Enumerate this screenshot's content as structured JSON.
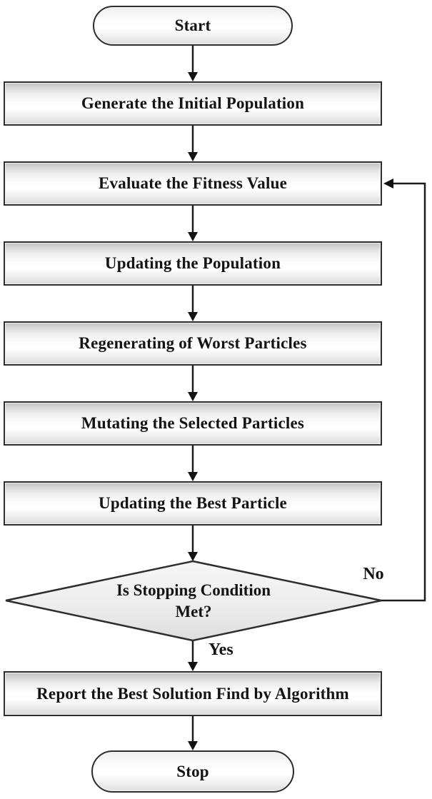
{
  "flowchart": {
    "type": "flowchart",
    "nodes": [
      {
        "id": "start",
        "shape": "terminator",
        "label": "Start"
      },
      {
        "id": "generate",
        "shape": "process",
        "label": "Generate the Initial Population"
      },
      {
        "id": "evaluate",
        "shape": "process",
        "label": "Evaluate the Fitness Value"
      },
      {
        "id": "update_pop",
        "shape": "process",
        "label": "Updating the Population"
      },
      {
        "id": "regenerate",
        "shape": "process",
        "label": "Regenerating of Worst Particles"
      },
      {
        "id": "mutate",
        "shape": "process",
        "label": "Mutating the Selected Particles"
      },
      {
        "id": "update_best",
        "shape": "process",
        "label": "Updating the Best Particle"
      },
      {
        "id": "decision",
        "shape": "decision",
        "label": "Is Stopping Condition Met?",
        "label_line1": "Is Stopping Condition",
        "label_line2": "Met?"
      },
      {
        "id": "report",
        "shape": "process",
        "label": "Report the Best Solution Find by Algorithm"
      },
      {
        "id": "stop",
        "shape": "terminator",
        "label": "Stop"
      }
    ],
    "edges": [
      {
        "from": "start",
        "to": "generate",
        "label": ""
      },
      {
        "from": "generate",
        "to": "evaluate",
        "label": ""
      },
      {
        "from": "evaluate",
        "to": "update_pop",
        "label": ""
      },
      {
        "from": "update_pop",
        "to": "regenerate",
        "label": ""
      },
      {
        "from": "regenerate",
        "to": "mutate",
        "label": ""
      },
      {
        "from": "mutate",
        "to": "update_best",
        "label": ""
      },
      {
        "from": "update_best",
        "to": "decision",
        "label": ""
      },
      {
        "from": "decision",
        "to": "report",
        "label": "Yes"
      },
      {
        "from": "decision",
        "to": "evaluate",
        "label": "No",
        "route": "right-side-feedback"
      },
      {
        "from": "report",
        "to": "stop",
        "label": ""
      }
    ],
    "edge_labels": {
      "yes": "Yes",
      "no": "No"
    },
    "colors": {
      "background": "#ffffff",
      "shape_border": "#2d2d2d",
      "shape_fill_top": "#c2c2c2",
      "shape_fill_mid": "#ffffff",
      "shape_fill_bottom": "#d9d9d9",
      "diamond_fill_top": "#f4f4f4",
      "diamond_fill_bottom": "#e0e0e0",
      "line": "#1c1c1c",
      "text": "#141414"
    }
  }
}
